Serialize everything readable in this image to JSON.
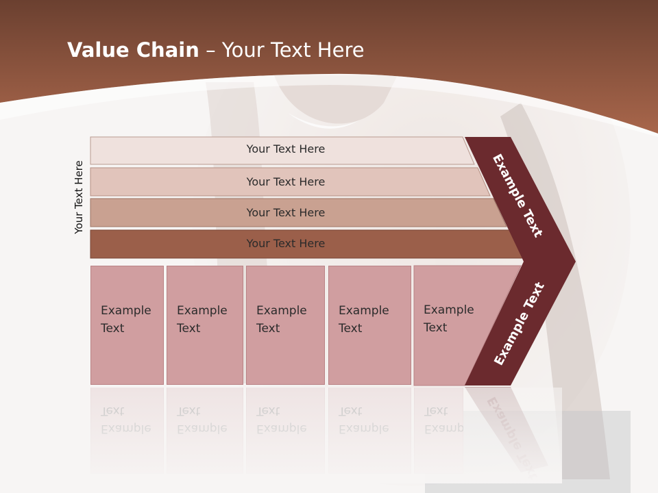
{
  "slide": {
    "title_bold": "Value Chain",
    "title_rest": " – Your Text Here"
  },
  "side_label": "Your Text Here",
  "bars": [
    {
      "label": "Your Text Here"
    },
    {
      "label": "Your Text Here"
    },
    {
      "label": "Your Text Here"
    },
    {
      "label": "Your Text Here"
    }
  ],
  "columns": [
    {
      "label": "Example Text"
    },
    {
      "label": "Example Text"
    },
    {
      "label": "Example Text"
    },
    {
      "label": "Example Text"
    },
    {
      "label": "Example Text"
    }
  ],
  "chevron": {
    "upper_label": "Example Text",
    "lower_label": "Example Text"
  },
  "colors": {
    "header": "#9e5e46",
    "chevron": "#6b2a2e",
    "bar1": "#efe1dd",
    "bar2": "#e1c4bb",
    "bar3": "#c9a191",
    "bar4": "#9b5f4a",
    "column": "#d09ea0"
  }
}
